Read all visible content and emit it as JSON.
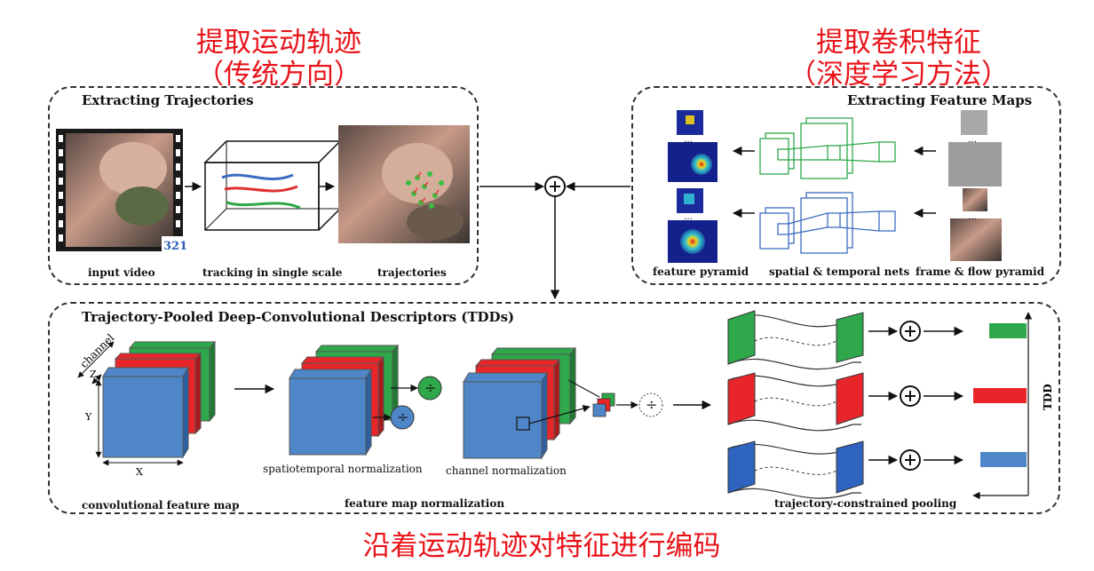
{
  "captions": {
    "top_left": [
      "提取运动轨迹",
      "（传统方向）"
    ],
    "top_right": [
      "提取卷积特征",
      "（深度学习方法）"
    ],
    "bottom": "沿着运动轨迹对特征进行编码"
  },
  "panel_trajectories": {
    "title": "Extracting Trajectories",
    "labels": [
      "input video",
      "tracking in single scale",
      "trajectories"
    ]
  },
  "panel_features": {
    "title": "Extracting Feature Maps",
    "labels": [
      "feature pyramid",
      "spatial & temporal nets",
      "frame & flow pyramid"
    ]
  },
  "panel_tdd": {
    "title": "Trajectory-Pooled Deep-Convolutional Descriptors (TDDs)",
    "labels": [
      "convolutional feature map",
      "feature map normalization",
      "trajectory-constrained pooling"
    ],
    "sub_labels": [
      "spatiotemporal normalization",
      "channel normalization"
    ],
    "axis_labels": [
      "channel",
      "Z",
      "Y",
      "X"
    ],
    "tdd_axis": "TDD"
  },
  "video_badge": "321",
  "colors": {
    "caption": "#e8141a",
    "green": "#2ea84a",
    "red": "#e8262a",
    "blue": "#4f86c8"
  }
}
